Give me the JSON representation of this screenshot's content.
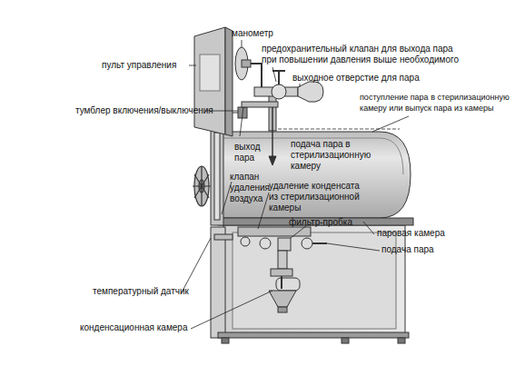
{
  "diagram": {
    "labels": [
      "пульт управления",
      "манометр",
      "предохранительный клапан для выхода пара при повышении давления выше необходимого",
      "выходное отверстие для пара",
      "тумблер включения/выключения",
      "поступление пара в стерилизационную камеру или выпуск пара из камеры",
      "выход пара",
      "подача пара в стерилизационную камеру",
      "клапан удаления воздуха",
      "удаление конденсата из стерилизационной камеры",
      "фильтр-пробка",
      "паровая камера",
      "подача пара",
      "температурный датчик",
      "конденсационная камера"
    ]
  }
}
